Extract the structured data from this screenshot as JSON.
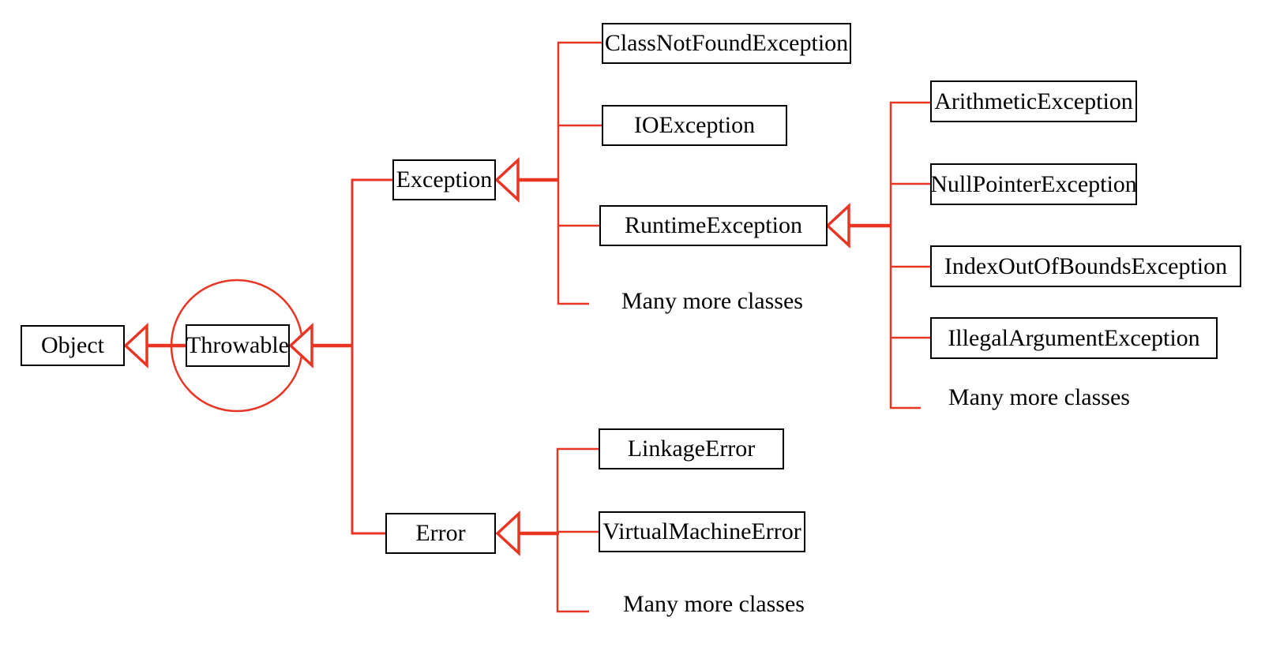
{
  "diagram": {
    "description": "Java Throwable class hierarchy",
    "colors": {
      "line_red": "#e93524",
      "box_border": "#000000",
      "text": "#000000",
      "background": "#ffffff"
    },
    "nodes": {
      "object": {
        "label": "Object"
      },
      "throwable": {
        "label": "Throwable"
      },
      "exception": {
        "label": "Exception"
      },
      "error": {
        "label": "Error"
      },
      "class_not_found_exception": {
        "label": "ClassNotFoundException"
      },
      "io_exception": {
        "label": "IOException"
      },
      "runtime_exception": {
        "label": "RuntimeException"
      },
      "exception_many_more": {
        "label": "Many more classes"
      },
      "arithmetic_exception": {
        "label": "ArithmeticException"
      },
      "null_pointer_exception": {
        "label": "NullPointerException"
      },
      "index_out_of_bounds_exception": {
        "label": "IndexOutOfBoundsException"
      },
      "illegal_argument_exception": {
        "label": "IllegalArgumentException"
      },
      "runtime_many_more": {
        "label": "Many more classes"
      },
      "linkage_error": {
        "label": "LinkageError"
      },
      "virtual_machine_error": {
        "label": "VirtualMachineError"
      },
      "error_many_more": {
        "label": "Many more classes"
      }
    },
    "hierarchy": {
      "root": "Object",
      "tree": {
        "Object": [
          "Throwable"
        ],
        "Throwable": [
          "Exception",
          "Error"
        ],
        "Exception": [
          "ClassNotFoundException",
          "IOException",
          "RuntimeException",
          "Many more classes"
        ],
        "RuntimeException": [
          "ArithmeticException",
          "NullPointerException",
          "IndexOutOfBoundsException",
          "IllegalArgumentException",
          "Many more classes"
        ],
        "Error": [
          "LinkageError",
          "VirtualMachineError",
          "Many more classes"
        ]
      },
      "arrowheads_at": [
        "Object",
        "Throwable",
        "Exception",
        "RuntimeException",
        "Error"
      ]
    }
  }
}
